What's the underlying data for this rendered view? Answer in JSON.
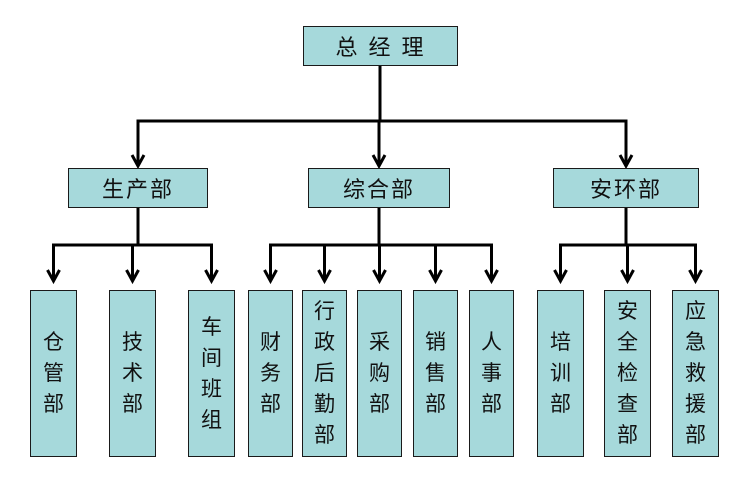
{
  "fill_color": "#a6d9db",
  "line_color": "#000000",
  "root": {
    "label": "总 经 理"
  },
  "departments": [
    {
      "label": "生产部",
      "children": [
        "仓管部",
        "技术部",
        "车间班组"
      ]
    },
    {
      "label": "综合部",
      "children": [
        "财务部",
        "行政后勤部",
        "采购部",
        "销售部",
        "人事部"
      ]
    },
    {
      "label": "安环部",
      "children": [
        "培训部",
        "安全检查部",
        "应急救援部"
      ]
    }
  ]
}
